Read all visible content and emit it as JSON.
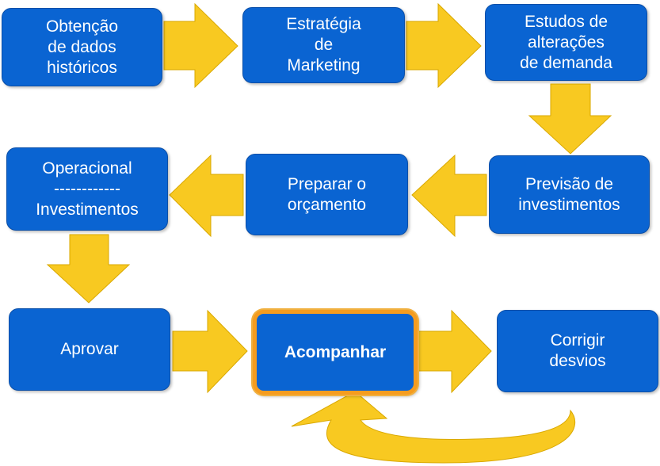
{
  "colors": {
    "box": "#0a64d2",
    "arrow": "#f8c921",
    "arrow_stroke": "#d9a800",
    "highlight_border": "#f59c1f"
  },
  "steps": [
    {
      "id": "obtencao",
      "lines": [
        "Obtenção",
        "de dados",
        "históricos"
      ]
    },
    {
      "id": "estrategia",
      "lines": [
        "Estratégia",
        "de",
        "Marketing"
      ]
    },
    {
      "id": "estudos",
      "lines": [
        "Estudos de",
        "alterações",
        "de demanda"
      ]
    },
    {
      "id": "previsao",
      "lines": [
        "Previsão de",
        "investimentos"
      ]
    },
    {
      "id": "preparar",
      "lines": [
        "Preparar o",
        "orçamento"
      ]
    },
    {
      "id": "operacional",
      "lines": [
        "Operacional",
        "------------",
        "Investimentos"
      ]
    },
    {
      "id": "aprovar",
      "lines": [
        "Aprovar"
      ]
    },
    {
      "id": "acompanhar",
      "lines": [
        "Acompanhar"
      ]
    },
    {
      "id": "corrigir",
      "lines": [
        "Corrigir",
        "desvios"
      ]
    }
  ]
}
